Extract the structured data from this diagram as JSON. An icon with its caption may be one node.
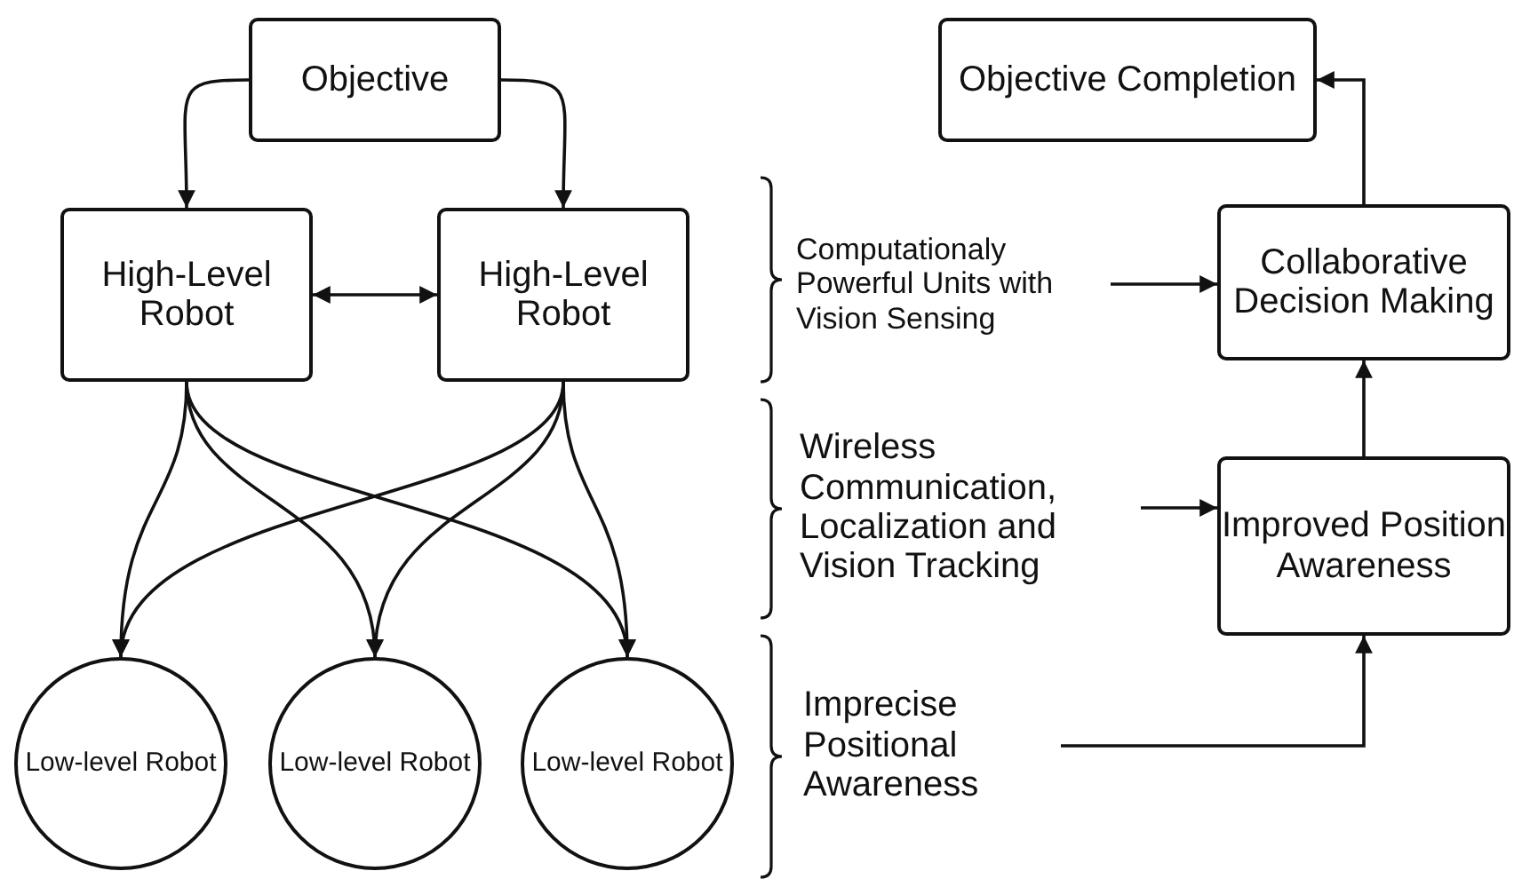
{
  "diagram": {
    "nodes": [
      {
        "text": [
          "Objective"
        ]
      },
      {
        "text": [
          "High-Level Robot"
        ]
      },
      {
        "text": [
          "High-Level Robot"
        ]
      },
      {
        "text": [
          "Low-level Robot"
        ]
      },
      {
        "text": [
          "Low-level Robot"
        ]
      },
      {
        "text": [
          "Low-level Robot"
        ]
      },
      {
        "text": [
          "Objective Completion"
        ]
      },
      {
        "text": [
          "Collaborative Decision Making"
        ]
      },
      {
        "text": [
          "Improved Position Awareness"
        ]
      },
      {
        "text": [
          "Computationaly Powerful Units with Vision Sensing"
        ]
      },
      {
        "text": [
          "Wireless Communication, Localization and Vision Tracking"
        ]
      },
      {
        "text": [
          "Imprecise Positional Awareness"
        ]
      }
    ],
    "edges": [
      {
        "from": 0,
        "to": 1,
        "arrow": "to"
      },
      {
        "from": 0,
        "to": 2,
        "arrow": "to"
      },
      {
        "from": 1,
        "to": 2,
        "arrow": "both"
      },
      {
        "from": 1,
        "to": 3,
        "arrow": "to"
      },
      {
        "from": 1,
        "to": 4,
        "arrow": "to"
      },
      {
        "from": 1,
        "to": 5,
        "arrow": "to"
      },
      {
        "from": 2,
        "to": 3,
        "arrow": "to"
      },
      {
        "from": 2,
        "to": 4,
        "arrow": "to"
      },
      {
        "from": 2,
        "to": 5,
        "arrow": "to"
      },
      {
        "from": 9,
        "to": 7,
        "arrow": "to"
      },
      {
        "from": 10,
        "to": 8,
        "arrow": "to"
      },
      {
        "from": 11,
        "to": 8,
        "arrow": "to"
      },
      {
        "from": 8,
        "to": 7,
        "arrow": "to"
      },
      {
        "from": 7,
        "to": 6,
        "arrow": "to"
      }
    ]
  }
}
